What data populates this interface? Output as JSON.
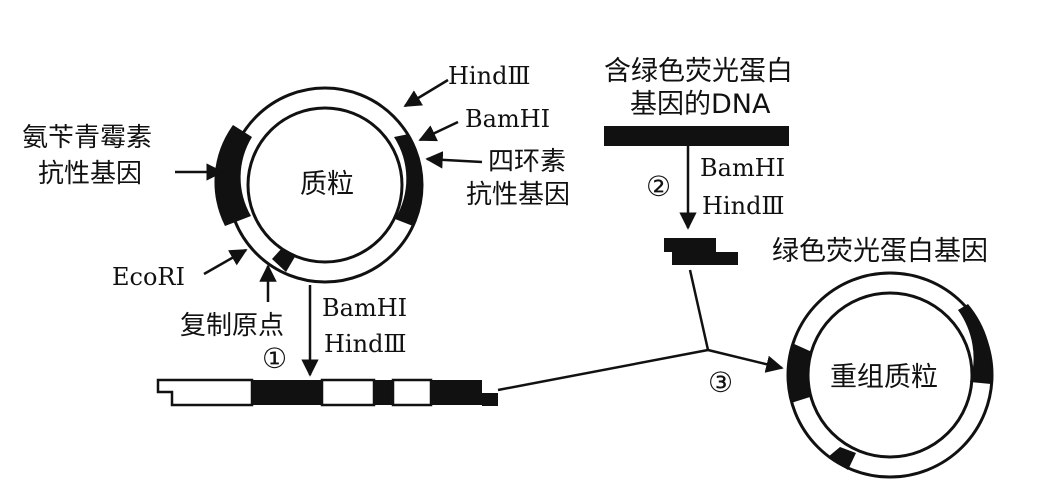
{
  "plasmid": {
    "name": "质粒",
    "hind3": "HindⅢ",
    "bamh1": "BamHⅠ",
    "tetr_line1": "四环素",
    "tetr_line2": "抗性基因",
    "ampr_line1": "氨苄青霉素",
    "ampr_line2": "抗性基因",
    "ecor1": "EcoRⅠ",
    "ori": "复制原点"
  },
  "step1": {
    "num": "①",
    "enzyme1": "BamHⅠ",
    "enzyme2": "HindⅢ"
  },
  "dna": {
    "line1": "含绿色荧光蛋白",
    "line2": "基因的DNA"
  },
  "step2": {
    "num": "②",
    "enzyme1": "BamHⅠ",
    "enzyme2": "HindⅢ"
  },
  "gfp_gene": "绿色荧光蛋白基因",
  "step3": {
    "num": "③"
  },
  "recombinant": {
    "name": "重组质粒"
  }
}
